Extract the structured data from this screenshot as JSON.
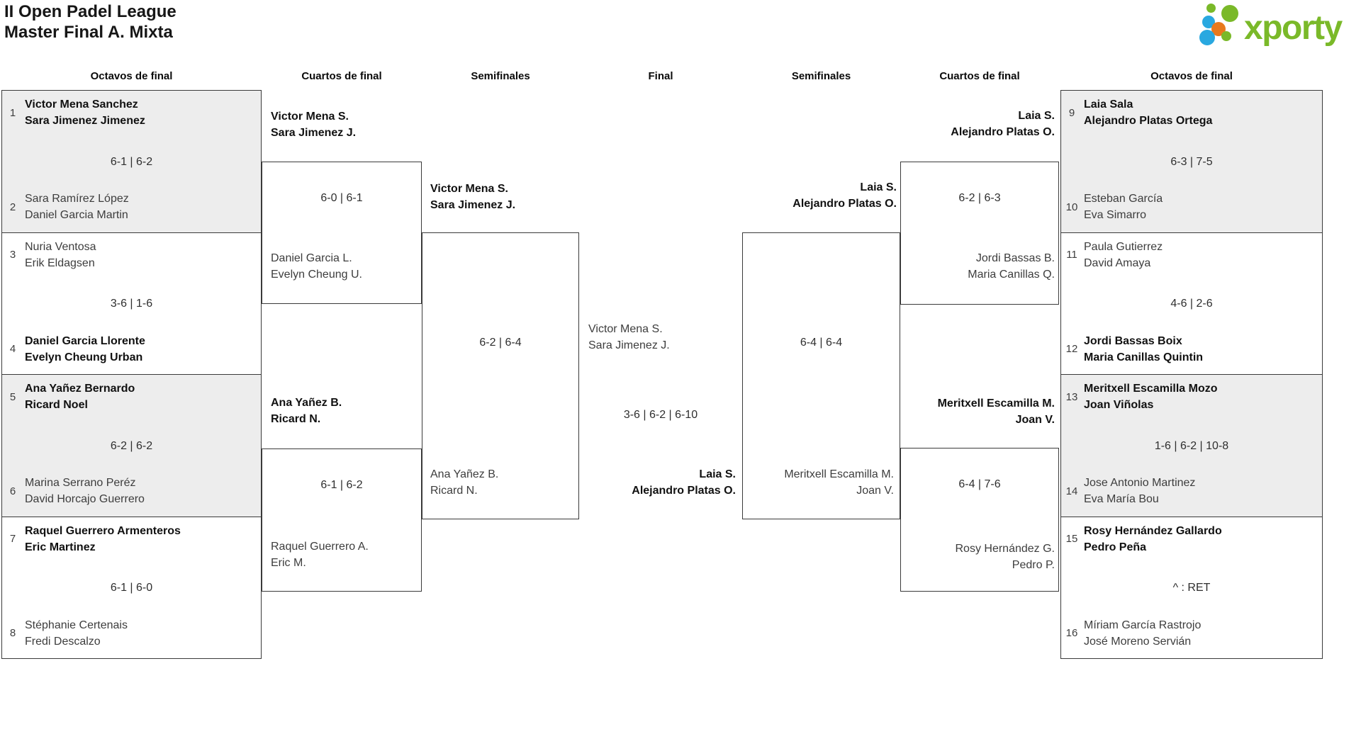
{
  "title": {
    "line1": "II Open Padel League",
    "line2": "Master Final A. Mixta"
  },
  "logo": {
    "text": "xporty",
    "green": "#7ab929",
    "blue": "#29a8e0",
    "orange": "#e8791d"
  },
  "colors": {
    "winner_text": "#111111",
    "loser_text": "#3d3d3d",
    "border": "#3a3a3a",
    "cell_gray": "#ededed"
  },
  "headers": {
    "r16_left": "Octavos de final",
    "qf_left": "Cuartos de final",
    "sf_left": "Semifinales",
    "final": "Final",
    "sf_right": "Semifinales",
    "qf_right": "Cuartos de final",
    "r16_right": "Octavos de final"
  },
  "r16_left": [
    {
      "seed_a": "1",
      "a1": "Victor Mena Sanchez",
      "a2": "Sara Jimenez Jimenez",
      "score": "6-1 | 6-2",
      "seed_b": "2",
      "b1": "Sara Ramírez López",
      "b2": "Daniel Garcia Martin",
      "winner": "a"
    },
    {
      "seed_a": "3",
      "a1": "Nuria Ventosa",
      "a2": "Erik Eldagsen",
      "score": "3-6 | 1-6",
      "seed_b": "4",
      "b1": "Daniel Garcia Llorente",
      "b2": "Evelyn Cheung Urban",
      "winner": "b"
    },
    {
      "seed_a": "5",
      "a1": "Ana Yañez Bernardo",
      "a2": "Ricard Noel",
      "score": "6-2 | 6-2",
      "seed_b": "6",
      "b1": "Marina Serrano Peréz",
      "b2": "David Horcajo Guerrero",
      "winner": "a"
    },
    {
      "seed_a": "7",
      "a1": "Raquel Guerrero Armenteros",
      "a2": "Eric Martinez",
      "score": "6-1 | 6-0",
      "seed_b": "8",
      "b1": "Stéphanie Certenais",
      "b2": "Fredi Descalzo",
      "winner": "a"
    }
  ],
  "qf_left": [
    {
      "a1": "Victor Mena S.",
      "a2": "Sara Jimenez J.",
      "score": "6-0 | 6-1",
      "b1": "Daniel Garcia L.",
      "b2": "Evelyn Cheung U.",
      "winner": "a"
    },
    {
      "a1": "Ana Yañez B.",
      "a2": "Ricard N.",
      "score": "6-1 | 6-2",
      "b1": "Raquel Guerrero A.",
      "b2": "Eric M.",
      "winner": "a"
    }
  ],
  "sf_left": {
    "a1": "Victor Mena S.",
    "a2": "Sara Jimenez J.",
    "score": "6-2 | 6-4",
    "b1": "Ana Yañez B.",
    "b2": "Ricard N.",
    "winner": "a"
  },
  "final": {
    "a1": "Victor Mena S.",
    "a2": "Sara Jimenez J.",
    "score": "3-6 | 6-2 | 6-10",
    "b1": "Laia S.",
    "b2": "Alejandro Platas O.",
    "winner": "b"
  },
  "sf_right": {
    "a1": "Laia S.",
    "a2": "Alejandro Platas O.",
    "score": "6-4 | 6-4",
    "b1": "Meritxell Escamilla M.",
    "b2": "Joan V.",
    "winner": "a"
  },
  "qf_right": [
    {
      "a1": "Laia S.",
      "a2": "Alejandro Platas O.",
      "score": "6-2 | 6-3",
      "b1": "Jordi Bassas B.",
      "b2": "Maria Canillas Q.",
      "winner": "a"
    },
    {
      "a1": "Meritxell Escamilla M.",
      "a2": "Joan V.",
      "score": "6-4 | 7-6",
      "b1": "Rosy Hernández G.",
      "b2": "Pedro P.",
      "winner": "a"
    }
  ],
  "r16_right": [
    {
      "seed_a": "9",
      "a1": "Laia Sala",
      "a2": "Alejandro Platas Ortega",
      "score": "6-3 | 7-5",
      "seed_b": "10",
      "b1": "Esteban García",
      "b2": "Eva Simarro",
      "winner": "a"
    },
    {
      "seed_a": "11",
      "a1": "Paula Gutierrez",
      "a2": "David Amaya",
      "score": "4-6 | 2-6",
      "seed_b": "12",
      "b1": "Jordi Bassas Boix",
      "b2": "Maria Canillas Quintin",
      "winner": "b"
    },
    {
      "seed_a": "13",
      "a1": "Meritxell Escamilla Mozo",
      "a2": "Joan Viñolas",
      "score": "1-6 | 6-2 | 10-8",
      "seed_b": "14",
      "b1": "Jose Antonio Martinez",
      "b2": "Eva María Bou",
      "winner": "a"
    },
    {
      "seed_a": "15",
      "a1": "Rosy Hernández Gallardo",
      "a2": "Pedro Peña",
      "score": "^ : RET",
      "seed_b": "16",
      "b1": "Míriam García Rastrojo",
      "b2": "José Moreno Servián",
      "winner": "a"
    }
  ]
}
